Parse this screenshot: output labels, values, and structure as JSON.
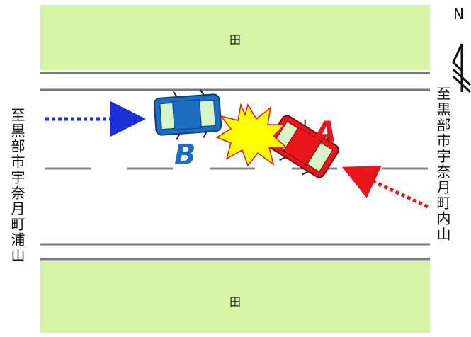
{
  "fields": {
    "top_label": "田",
    "bottom_label": "田"
  },
  "directions": {
    "left_destination": "至黒部市宇奈月町浦山",
    "right_destination": "至黒部市宇奈月町内山"
  },
  "compass": {
    "north_label": "N"
  },
  "vehicles": {
    "a_label": "A",
    "b_label": "B"
  },
  "colors": {
    "field": "#d6f5a6",
    "car_a": "#e8161a",
    "car_b": "#1a6fc2",
    "arrow_a": "#e8161a",
    "arrow_b": "#1a2fd6",
    "collision": "#ffff00"
  }
}
